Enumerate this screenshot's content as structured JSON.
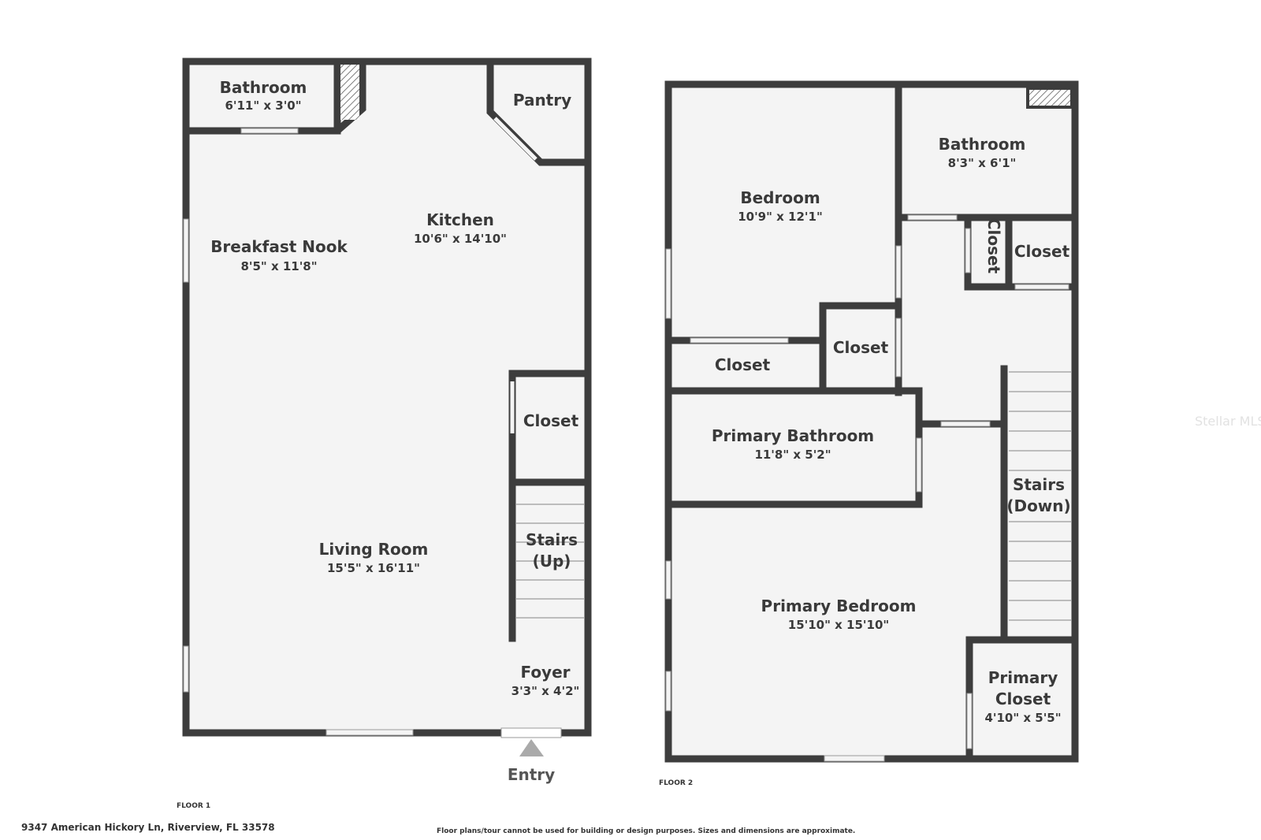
{
  "watermark": "Stellar MLS",
  "floor1": {
    "label": "FLOOR 1",
    "entry": "Entry",
    "rooms": {
      "bathroom": {
        "name": "Bathroom",
        "dims": "6'11\" x 3'0\""
      },
      "pantry": {
        "name": "Pantry"
      },
      "kitchen": {
        "name": "Kitchen",
        "dims": "10'6\" x 14'10\""
      },
      "breakfast_nook": {
        "name": "Breakfast Nook",
        "dims": "8'5\" x 11'8\""
      },
      "closet": {
        "name": "Closet"
      },
      "stairs_up": {
        "name": "Stairs",
        "dir": "(Up)"
      },
      "living_room": {
        "name": "Living Room",
        "dims": "15'5\" x 16'11\""
      },
      "foyer": {
        "name": "Foyer",
        "dims": "3'3\" x 4'2\""
      }
    }
  },
  "floor2": {
    "label": "FLOOR 2",
    "rooms": {
      "bedroom": {
        "name": "Bedroom",
        "dims": "10'9\" x 12'1\""
      },
      "bathroom": {
        "name": "Bathroom",
        "dims": "8'3\" x 6'1\""
      },
      "closet_vertical": {
        "name": "Closet"
      },
      "closet_right": {
        "name": "Closet"
      },
      "closet_small": {
        "name": "Closet"
      },
      "closet_wide": {
        "name": "Closet"
      },
      "primary_bathroom": {
        "name": "Primary Bathroom",
        "dims": "11'8\" x 5'2\""
      },
      "stairs_down": {
        "name": "Stairs",
        "dir": "(Down)"
      },
      "primary_bedroom": {
        "name": "Primary Bedroom",
        "dims": "15'10\" x 15'10\""
      },
      "primary_closet": {
        "name_line1": "Primary",
        "name_line2": "Closet",
        "dims": "4'10\" x 5'5\""
      }
    }
  },
  "footer": {
    "address": "9347 American Hickory Ln, Riverview, FL 33578",
    "disclaimer": "Floor plans/tour cannot be used for building or design purposes. Sizes and dimensions are approximate."
  }
}
